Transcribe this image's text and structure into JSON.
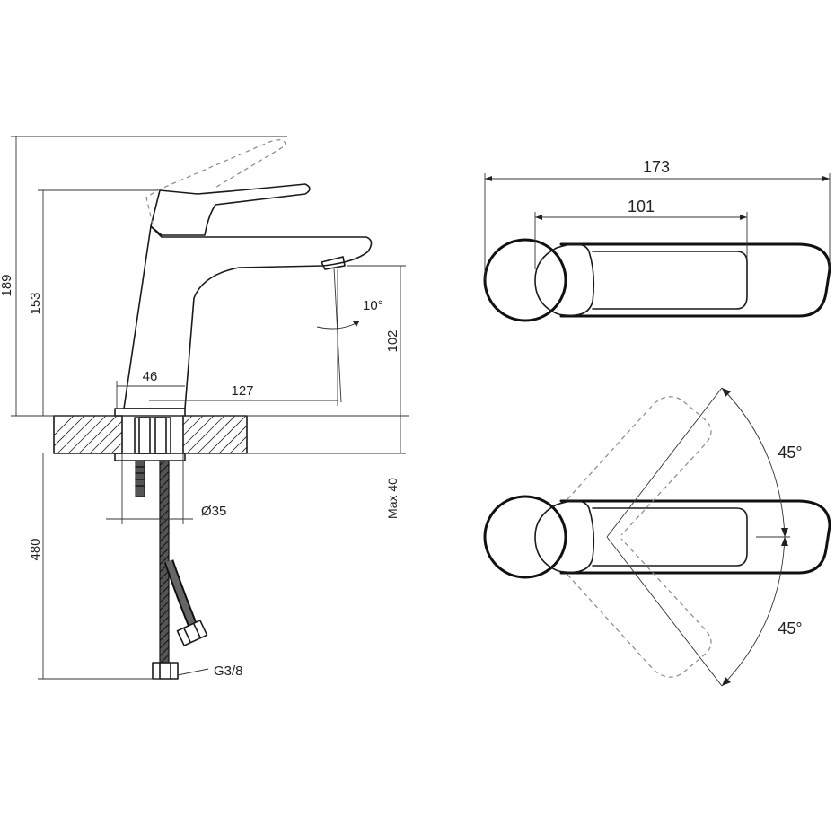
{
  "dimensions": {
    "height_total": "189",
    "height_handle": "153",
    "height_spout": "102",
    "base_width": "46",
    "spout_reach": "127",
    "spout_angle": "10°",
    "counter_max": "Max 40",
    "hole_diameter": "Ø35",
    "hose_length": "480",
    "thread": "G3/8",
    "top_length": "173",
    "top_handle_length": "101",
    "rotation_left": "45°",
    "rotation_right": "45°"
  },
  "colors": {
    "line": "#1a1a1a",
    "dashed": "#888888",
    "background": "#ffffff"
  }
}
